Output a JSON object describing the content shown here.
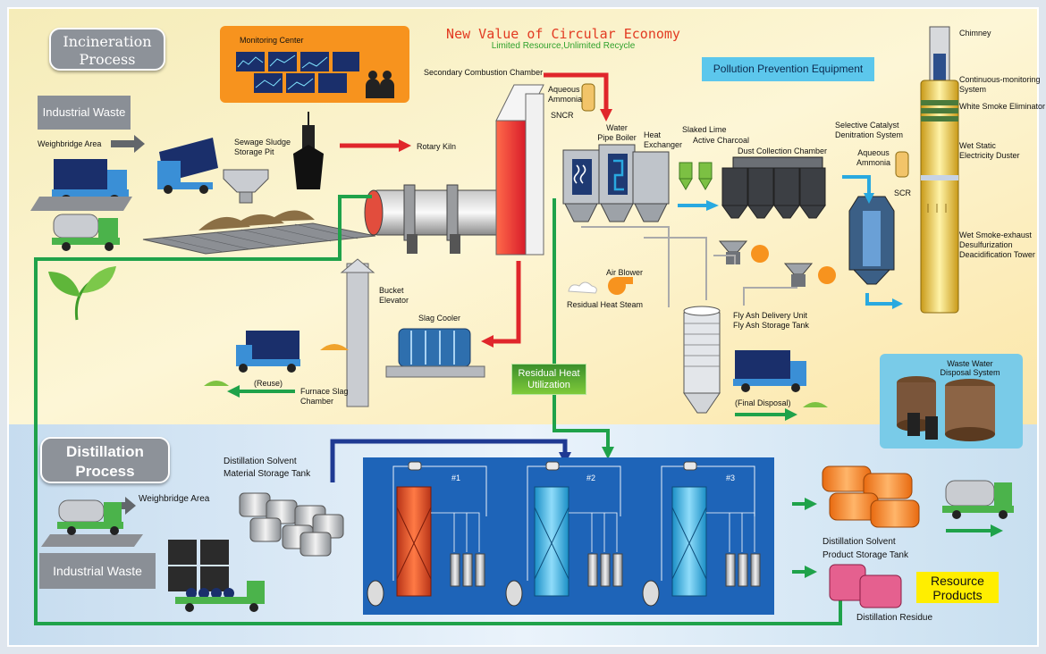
{
  "header": {
    "title": "New Value of Circular Economy",
    "subtitle": "Limited Resource,Unlimited Recycle"
  },
  "sections": {
    "incineration": "Incineration Process",
    "distillation": "Distillation Process",
    "pollution": "Pollution Prevention Equipment",
    "residual_heat": "Residual Heat Utilization",
    "resource_products": "Resource Products"
  },
  "incineration": {
    "industrial_waste": "Industrial Waste",
    "monitoring_center": "Monitoring Center",
    "weighbridge_area": "Weighbridge Area",
    "sewage_sludge_1": "Sewage Sludge",
    "sewage_sludge_2": "Storage Pit",
    "rotary_kiln": "Rotary Kiln",
    "secondary_combustion": "Secondary Combustion Chamber",
    "aqueous_ammonia_1": "Aqueous",
    "aqueous_ammonia_2": "Ammonia",
    "sncr": "SNCR",
    "water_pipe_boiler_1": "Water",
    "water_pipe_boiler_2": "Pipe Boiler",
    "heat_exchanger_1": "Heat",
    "heat_exchanger_2": "Exchanger",
    "bucket_elevator_1": "Bucket",
    "bucket_elevator_2": "Elevator",
    "slag_cooler": "Slag Cooler",
    "reuse": "(Reuse)",
    "furnace_slag_1": "Furnace Slag",
    "furnace_slag_2": "Chamber",
    "air_blower": "Air Blower",
    "residual_heat_steam": "Residual Heat Steam"
  },
  "pollution": {
    "slaked_lime": "Slaked Lime",
    "active_charcoal": "Active Charcoal",
    "dust_collection": "Dust Collection Chamber",
    "scr_system_1": "Selective Catalyst",
    "scr_system_2": "Denitration System",
    "aqueous_ammonia_1": "Aqueous",
    "aqueous_ammonia_2": "Ammonia",
    "scr": "SCR",
    "chimney": "Chimney",
    "monitoring_system_1": "Continuous-monitoring",
    "monitoring_system_2": "System",
    "white_smoke": "White Smoke Eliminator",
    "wet_static_1": "Wet Static",
    "wet_static_2": "Electricity Duster",
    "desulf_1": "Wet Smoke-exhaust",
    "desulf_2": "Desulfurization",
    "desulf_3": "Deacidification Tower",
    "fly_ash_1": "Fly Ash Delivery Unit",
    "fly_ash_2": "Fly Ash Storage Tank",
    "final_disposal": "(Final Disposal)",
    "waste_water_1": "Waste Water",
    "waste_water_2": "Disposal System"
  },
  "distillation": {
    "industrial_waste": "Industrial Waste",
    "weighbridge_area": "Weighbridge Area",
    "material_tank_1": "Distillation Solvent",
    "material_tank_2": "Material Storage Tank",
    "col1": "#1",
    "col2": "#2",
    "col3": "#3",
    "product_tank_1": "Distillation Solvent",
    "product_tank_2": "Product Storage Tank",
    "residue": "Distillation Residue"
  },
  "colors": {
    "top_bg": "#fdf3c6",
    "bottom_bg": "#cfe3f4",
    "green_arrow": "#1fa24a",
    "red_arrow": "#e0262b",
    "blue_pipe": "#1f3a93",
    "column_red": "#e5502a",
    "column_blue": "#39b5e8",
    "distill_panel": "#1e64b8"
  },
  "icons": [
    "truck-icon",
    "crane-grab-icon",
    "leaf-icon",
    "chimney-icon",
    "distillation-column-icon",
    "storage-tank-icon"
  ]
}
